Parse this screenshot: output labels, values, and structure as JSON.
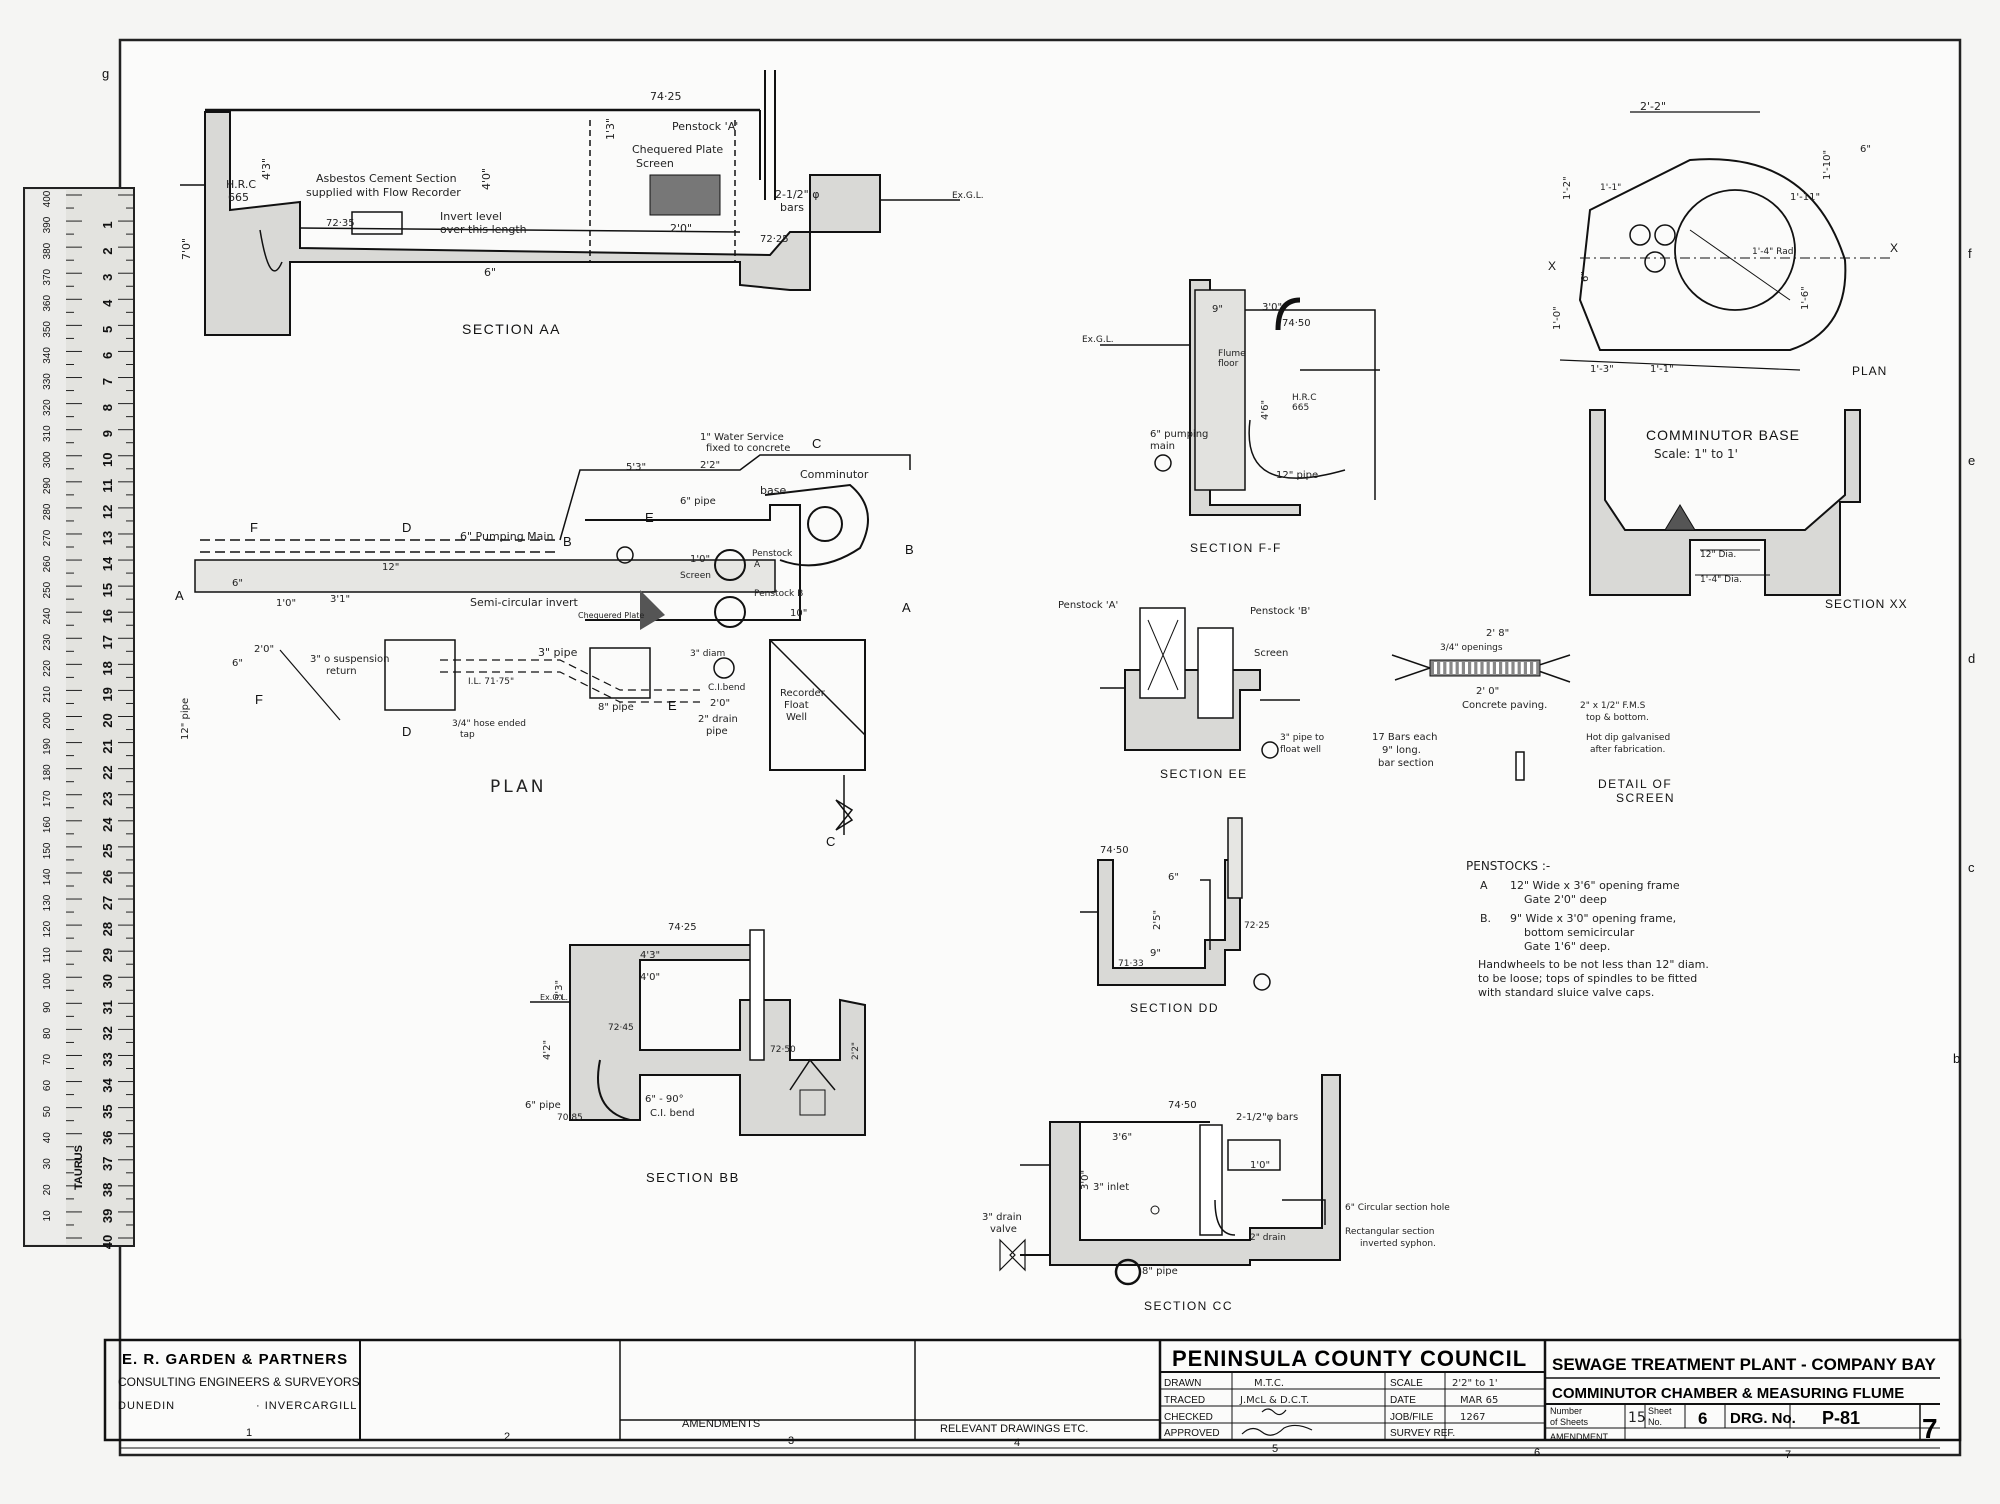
{
  "sections": {
    "aa": {
      "title": "SECTION AA",
      "notes": [
        "Asbestos Cement Section",
        "supplied with Flow Recorder",
        "Invert level",
        "over this length",
        "Chequered Plate",
        "Screen",
        "Penstock 'A'",
        "2-1/2\" φ",
        "bars",
        "H.R.C",
        "665"
      ],
      "dims": [
        "74·25",
        "4'3\"",
        "4'0\"",
        "1'3\"",
        "7'0\"",
        "2'0\"",
        "6\"",
        "72·35",
        "72·25",
        "Ex.G.L."
      ]
    },
    "plan": {
      "title": "PLAN",
      "notes": [
        "1\" Water Service",
        "fixed to concrete",
        "6\" Pumping Main",
        "Comminutor",
        "base",
        "6\" pipe",
        "Penstock",
        "A",
        "Penstock B",
        "Screen",
        "Chequered Plate",
        "Semi-circular invert",
        "3\" pipe",
        "3/4\" hose ended",
        "tap",
        "3\" diam",
        "C.I.bend",
        "2\" drain",
        "pipe",
        "Recorder",
        "Float",
        "Well",
        "3\" o suspension",
        "return",
        "12\" pipe",
        "8\" pipe",
        "I.L. 71·75\""
      ],
      "markers": [
        "A",
        "A",
        "B",
        "B",
        "C",
        "C",
        "D",
        "D",
        "E",
        "E",
        "F",
        "F"
      ],
      "dims": [
        "5'3\"",
        "2'2\"",
        "12\"",
        "1'0\"",
        "2'0\"",
        "6\"",
        "3'1\"",
        "2'0\"",
        "10\"",
        "6\"",
        "1'0\""
      ]
    },
    "bb": {
      "title": "SECTION BB",
      "notes": [
        "6\" pipe",
        "6\" - 90°",
        "C.I. bend",
        "70·85"
      ],
      "dims": [
        "74·25",
        "4'3\"",
        "4'0\"",
        "3'3\"",
        "4'2\"",
        "72·45",
        "72·50",
        "2'2\"",
        "Ex.G.L."
      ]
    },
    "ff": {
      "title": "SECTION F-F",
      "notes": [
        "6\" pumping",
        "main",
        "Flume",
        "floor",
        "H.R.C",
        "665",
        "12\" pipe",
        "Ex.G.L."
      ],
      "dims": [
        "74·50",
        "9\"",
        "3'0\"",
        "4'6\""
      ]
    },
    "ee": {
      "title": "SECTION EE",
      "notes": [
        "Penstock 'A'",
        "Penstock 'B'",
        "Screen",
        "3\" pipe to",
        "float well"
      ],
      "dims": []
    },
    "dd": {
      "title": "SECTION DD",
      "notes": [
        "71·33"
      ],
      "dims": [
        "74·50",
        "6\"",
        "2'5\"",
        "9\"",
        "72·25"
      ]
    },
    "cc": {
      "title": "SECTION CC",
      "notes": [
        "2-1/2\"φ bars",
        "3\" inlet",
        "3\" drain",
        "valve",
        "8\" pipe",
        "6\" Circular section hole",
        "Rectangular section",
        "inverted syphon.",
        "2\" drain"
      ],
      "dims": [
        "74·50",
        "3'6\"",
        "3'0\"",
        "1'0\""
      ]
    },
    "comminutor_plan": {
      "title": "PLAN",
      "dims": [
        "2'-2\"",
        "1'-10\"",
        "6\"",
        "1'-11\"",
        "1'-1\"",
        "1'-3\"",
        "1'-1\"",
        "1'-6\"",
        "1'-0\"",
        "1'-2\"",
        "6\"",
        "1'-4\" Rad."
      ],
      "markers": [
        "X",
        "X"
      ]
    },
    "comminutor_base": {
      "title": "COMMINUTOR BASE",
      "scale": "Scale: 1\" to 1'"
    },
    "xx": {
      "title": "SECTION XX",
      "notes": [
        "12\" Dia.",
        "1'-4\" Dia."
      ]
    },
    "screen": {
      "title_1": "DETAIL OF",
      "title_2": "SCREEN",
      "notes": [
        "2' 8\"",
        "3/4\" openings",
        "2' 0\"",
        "Concrete paving.",
        "17 Bars each",
        "9\" long.",
        "bar section",
        "2\" x 1/2\" F.M.S",
        "top & bottom.",
        "Hot dip galvanised",
        "after fabrication."
      ]
    }
  },
  "penstocks": {
    "heading": "PENSTOCKS :-",
    "a_key": "A",
    "a_line1": "12\" Wide x 3'6\" opening frame",
    "a_line2": "Gate 2'0\" deep",
    "b_key": "B.",
    "b_line1": "9\" Wide x 3'0\" opening frame,",
    "b_line2": "bottom semicircular",
    "b_line3": "Gate 1'6\" deep.",
    "note_1": "Handwheels to be not less than 12\" diam.",
    "note_2": "to be loose; tops of spindles to be fitted",
    "note_3": "with standard sluice valve caps."
  },
  "title_block": {
    "firm": "E. R. GARDEN & PARTNERS",
    "firm_sub": "CONSULTING ENGINEERS & SURVEYORS",
    "city_1": "DUNEDIN",
    "city_2": "· INVERCARGILL",
    "amendments": "AMENDMENTS",
    "relevant": "RELEVANT DRAWINGS ETC.",
    "council": "PENINSULA COUNTY COUNCIL",
    "drawn_label": "DRAWN",
    "drawn_value": "M.T.C.",
    "traced_label": "TRACED",
    "traced_value": "J.McL & D.C.T.",
    "checked_label": "CHECKED",
    "approved_label": "APPROVED",
    "scale_label": "SCALE",
    "scale_value": "2'2\" to 1'",
    "date_label": "DATE",
    "date_value": "MAR 65",
    "job_label": "JOB/FILE",
    "job_value": "1267",
    "survey_label": "SURVEY REF.",
    "project": "SEWAGE TREATMENT PLANT - COMPANY BAY",
    "subject": "COMMINUTOR CHAMBER & MEASURING FLUME",
    "number_label": "Number",
    "of_sheets_label": "of Sheets",
    "sheets_value": "15",
    "sheet_label": "Sheet",
    "no_label": "No.",
    "sheet_value": "6",
    "drg_label": "DRG. No.",
    "drg_value": "P-81",
    "amendment_label": "AMENDMENT",
    "corner_mark": "7"
  },
  "grid_cols": [
    "1",
    "2",
    "3",
    "4",
    "5",
    "6",
    "7"
  ],
  "grid_rows": [
    "g",
    "f",
    "e",
    "d",
    "c",
    "b"
  ],
  "ruler": {
    "brand": "TAURUS",
    "cm_labels": [
      "1",
      "2",
      "3",
      "4",
      "5",
      "6",
      "7",
      "8",
      "9",
      "10",
      "11",
      "12",
      "13",
      "14",
      "15",
      "16",
      "17",
      "18",
      "19",
      "20",
      "21",
      "22",
      "23",
      "24",
      "25",
      "26",
      "27",
      "28",
      "29",
      "30",
      "31",
      "32",
      "33",
      "34",
      "35",
      "36",
      "37",
      "38",
      "39",
      "40"
    ],
    "mm_labels": [
      "400",
      "390",
      "380",
      "370",
      "360",
      "350",
      "340",
      "330",
      "320",
      "310",
      "300",
      "290",
      "280",
      "270",
      "260",
      "250",
      "240",
      "230",
      "220",
      "210",
      "200",
      "190",
      "180",
      "170",
      "160",
      "150",
      "140",
      "130",
      "120",
      "110",
      "100",
      "90",
      "80",
      "70",
      "60",
      "50",
      "40",
      "30",
      "20",
      "10"
    ]
  }
}
